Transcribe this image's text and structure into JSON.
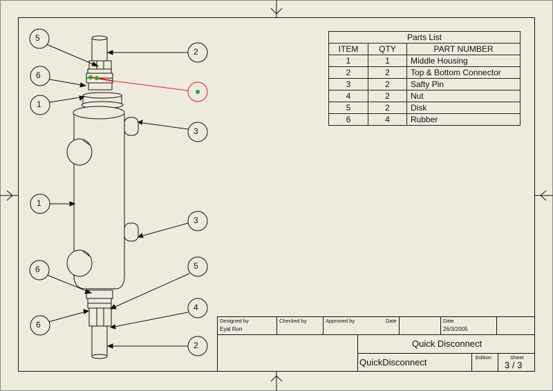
{
  "parts_list": {
    "title": "Parts List",
    "headers": [
      "ITEM",
      "QTY",
      "PART NUMBER"
    ],
    "rows": [
      {
        "item": "1",
        "qty": "1",
        "part": "Middle Housing"
      },
      {
        "item": "2",
        "qty": "2",
        "part": "Top & Bottom Connector"
      },
      {
        "item": "3",
        "qty": "2",
        "part": "Safty Pin"
      },
      {
        "item": "4",
        "qty": "2",
        "part": "Nut"
      },
      {
        "item": "5",
        "qty": "2",
        "part": "Disk"
      },
      {
        "item": "6",
        "qty": "4",
        "part": "Rubber"
      }
    ]
  },
  "balloons": {
    "b5_top": "5",
    "b2_top": "2",
    "b6_top": "6",
    "b1_top": "1",
    "b3_upper": "3",
    "b1_mid": "1",
    "b3_lower": "3",
    "b6_lower": "6",
    "b5_lower": "5",
    "b6_bottom": "6",
    "b4": "4",
    "b2_bottom": "2"
  },
  "title_block": {
    "designed_by_label": "Designed by",
    "designed_by": "Eyal Ron",
    "checked_by_label": "Checked by",
    "approved_by_label": "Approved by",
    "date_label_1": "Date",
    "date_label_2": "Date",
    "date": "26/3/2005",
    "title": "Quick Disconnect",
    "file_name": "QuickDisconnect",
    "edition_label": "Edition",
    "sheet_label": "Sheet",
    "sheet": "3 / 3"
  },
  "colors": {
    "background": "#ecebdd",
    "line": "#111111",
    "highlight": "#e02020",
    "dot": "#3a9a2a"
  }
}
